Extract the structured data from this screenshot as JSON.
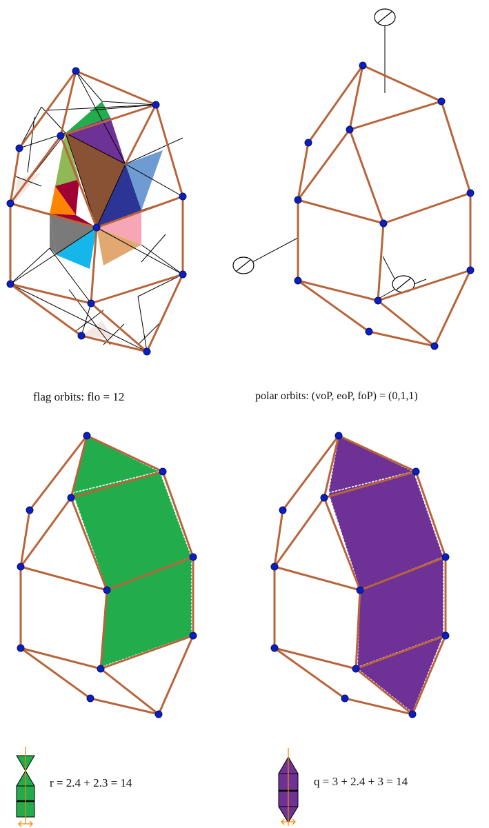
{
  "captions": {
    "flag_orbits": "flag orbits:  flo = 12",
    "polar_orbits": "polar orbits: (voP,  eoP,  foP) = (0,1,1)",
    "r_formula": "r = 2.4 + 2.3 = 14",
    "q_formula": "q = 3 + 2.4 + 3 = 14"
  },
  "colors": {
    "edge": "#b8643a",
    "vertex": "#0b1fbf",
    "green": "#23ac4b",
    "purple": "#6e3196",
    "axis": "#f08a00"
  }
}
